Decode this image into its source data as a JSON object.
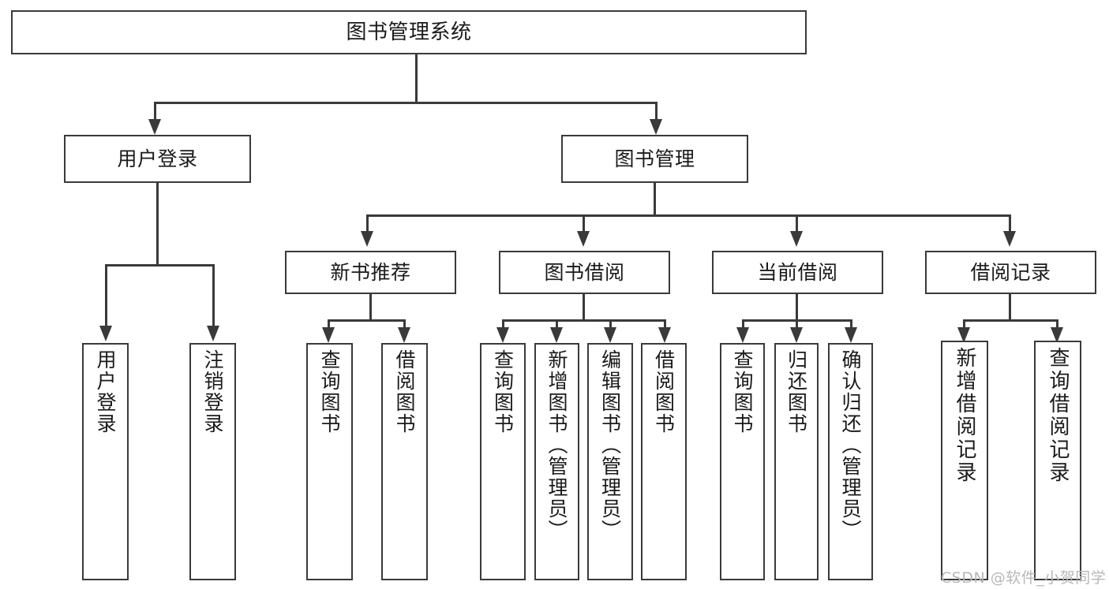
{
  "diagram": {
    "type": "hierarchy-tree",
    "title": "图书管理系统",
    "levels": 4,
    "root": {
      "label": "图书管理系统"
    },
    "level2": [
      {
        "label": "用户登录"
      },
      {
        "label": "图书管理"
      }
    ],
    "level3": [
      {
        "label": "新书推荐"
      },
      {
        "label": "图书借阅"
      },
      {
        "label": "当前借阅"
      },
      {
        "label": "借阅记录"
      }
    ],
    "leaves": {
      "user_login": [
        {
          "label": "用户登录"
        },
        {
          "label": "注销登录"
        }
      ],
      "new_book_recommend": [
        {
          "label": "查询图书"
        },
        {
          "label": "借阅图书"
        }
      ],
      "book_borrow": [
        {
          "label": "查询图书"
        },
        {
          "label": "新增图书（管理员）"
        },
        {
          "label": "编辑图书（管理员）"
        },
        {
          "label": "借阅图书"
        }
      ],
      "current_borrow": [
        {
          "label": "查询图书"
        },
        {
          "label": "归还图书"
        },
        {
          "label": "确认归还（管理员）"
        }
      ],
      "borrow_record": [
        {
          "label": "新增借阅记录"
        },
        {
          "label": "查询借阅记录"
        }
      ]
    }
  },
  "watermark": {
    "text": "CSDN @软件_小贺同学"
  },
  "colors": {
    "stroke": "#3a3a3a",
    "background": "#ffffff",
    "text": "#1a1a1a",
    "watermark": "#b8b8b8"
  }
}
